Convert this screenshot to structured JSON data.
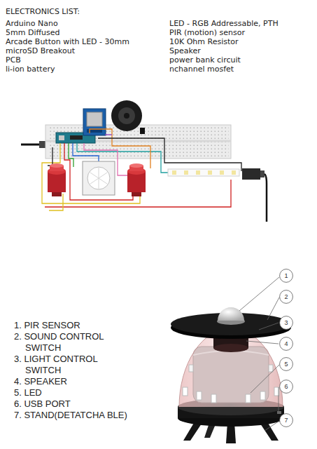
{
  "diagram": {
    "title": "ELECTRONICS LIST:",
    "nodes": [
      {
        "text": [
          "1"
        ]
      },
      {
        "text": [
          "2"
        ]
      },
      {
        "text": [
          "3"
        ]
      },
      {
        "text": [
          "4"
        ]
      },
      {
        "text": [
          "5"
        ]
      },
      {
        "text": [
          "6"
        ]
      },
      {
        "text": [
          "7"
        ]
      }
    ],
    "labels": [
      "Arduino Nano",
      "LED - RGB Addressable, PTH",
      "5mm Diffused",
      "PIR (motion) sensor",
      "Arcade Button with LED - 30mm",
      "10K Ohm Resistor",
      "microSD Breakout",
      "Speaker",
      "PCB",
      "power bank circuit",
      "li-ion battery",
      "nchannel mosfet",
      "1. PIR SENSOR",
      "2. SOUND CONTROL SWITCH",
      "3. LIGHT CONTROL SWITCH",
      "4. SPEAKER",
      "5. LED",
      "6. USB PORT",
      "7. STAND(DETATCHA BLE)"
    ]
  }
}
